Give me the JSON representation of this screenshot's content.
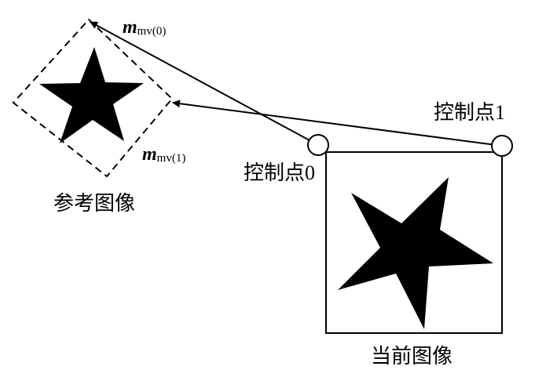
{
  "labels": {
    "reference_image": "参考图像",
    "current_image": "当前图像",
    "control_point_0": "控制点0",
    "control_point_1": "控制点1"
  },
  "motion_vectors": [
    {
      "symbol": "m",
      "subscript": "mv(0)"
    },
    {
      "symbol": "m",
      "subscript": "mv(1)"
    }
  ],
  "colors": {
    "ink": "#000000",
    "background": "#ffffff"
  }
}
